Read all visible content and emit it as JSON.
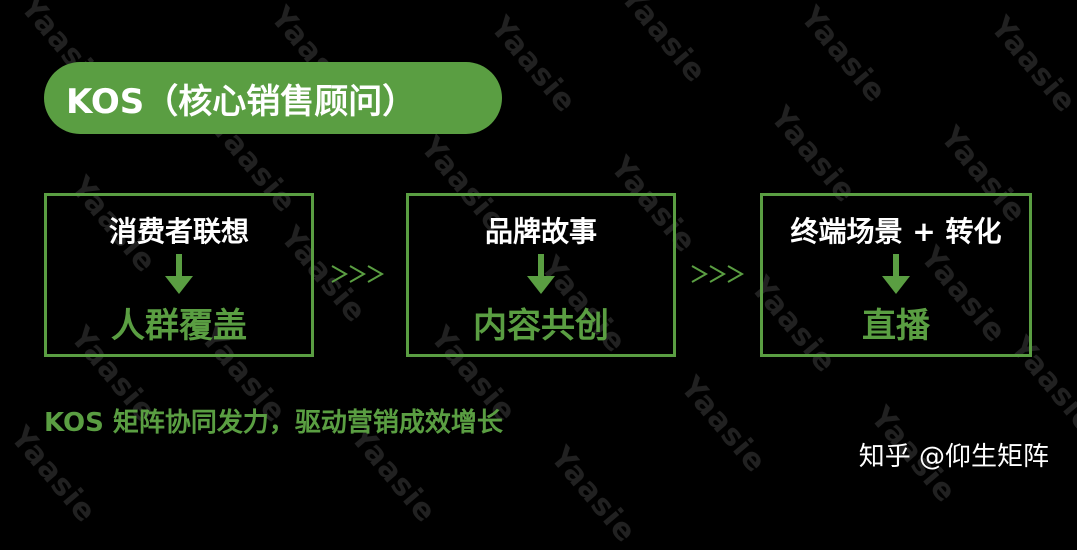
{
  "colors": {
    "background": "#000000",
    "accent_green": "#5a9e42",
    "text_white": "#ffffff",
    "watermark": "rgba(255,255,255,0.13)"
  },
  "title": "KOS（核心销售顾问）",
  "steps": [
    {
      "top_label": "消费者联想",
      "bottom_label": "人群覆盖"
    },
    {
      "top_label": "品牌故事",
      "bottom_label": "内容共创"
    },
    {
      "top_label": "终端场景 + 转化",
      "bottom_label": "直播"
    }
  ],
  "connector_glyph": ">>>",
  "footer": "KOS 矩阵协同发力，驱动营销成效增长",
  "credit": "知乎 @仰生矩阵",
  "watermark_text": "Yaasie",
  "icons": {
    "down_arrow": "down-arrow-icon",
    "chevrons": "triple-chevron-icon"
  }
}
